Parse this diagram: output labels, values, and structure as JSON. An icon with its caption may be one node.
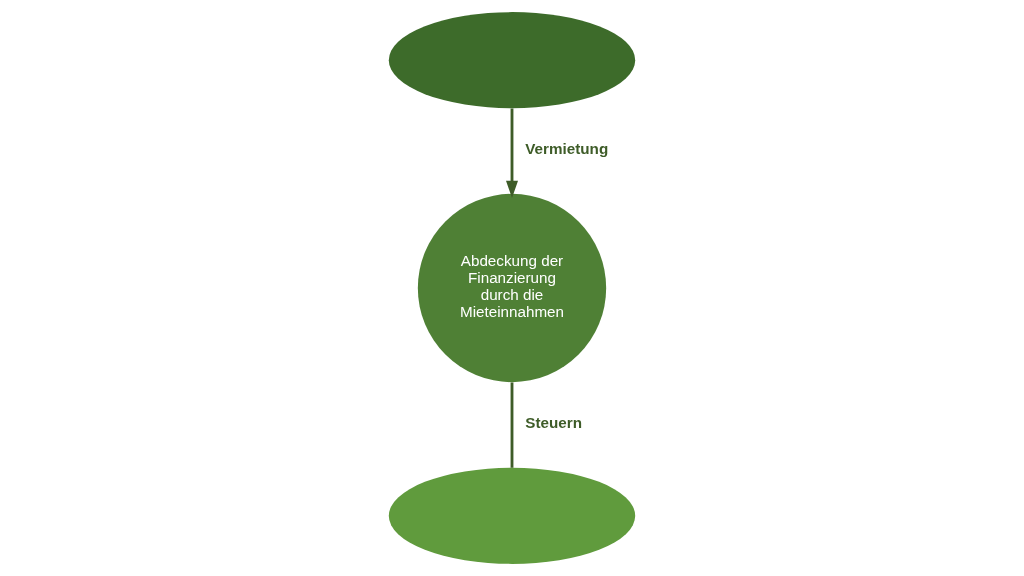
{
  "diagram": {
    "nodes": [
      {
        "text": [],
        "shape": "ellipse"
      },
      {
        "text": [
          "Abdeckung der Finanzierung durch die Mieteinnahmen"
        ]
      },
      {
        "text": [],
        "shape": "ellipse"
      }
    ],
    "edges": [
      {
        "from": 0,
        "to": 1,
        "arrow": "to",
        "label": "Vermietung"
      },
      {
        "from": 1,
        "to": 2,
        "arrow": "none",
        "label": "Steuern"
      }
    ]
  }
}
